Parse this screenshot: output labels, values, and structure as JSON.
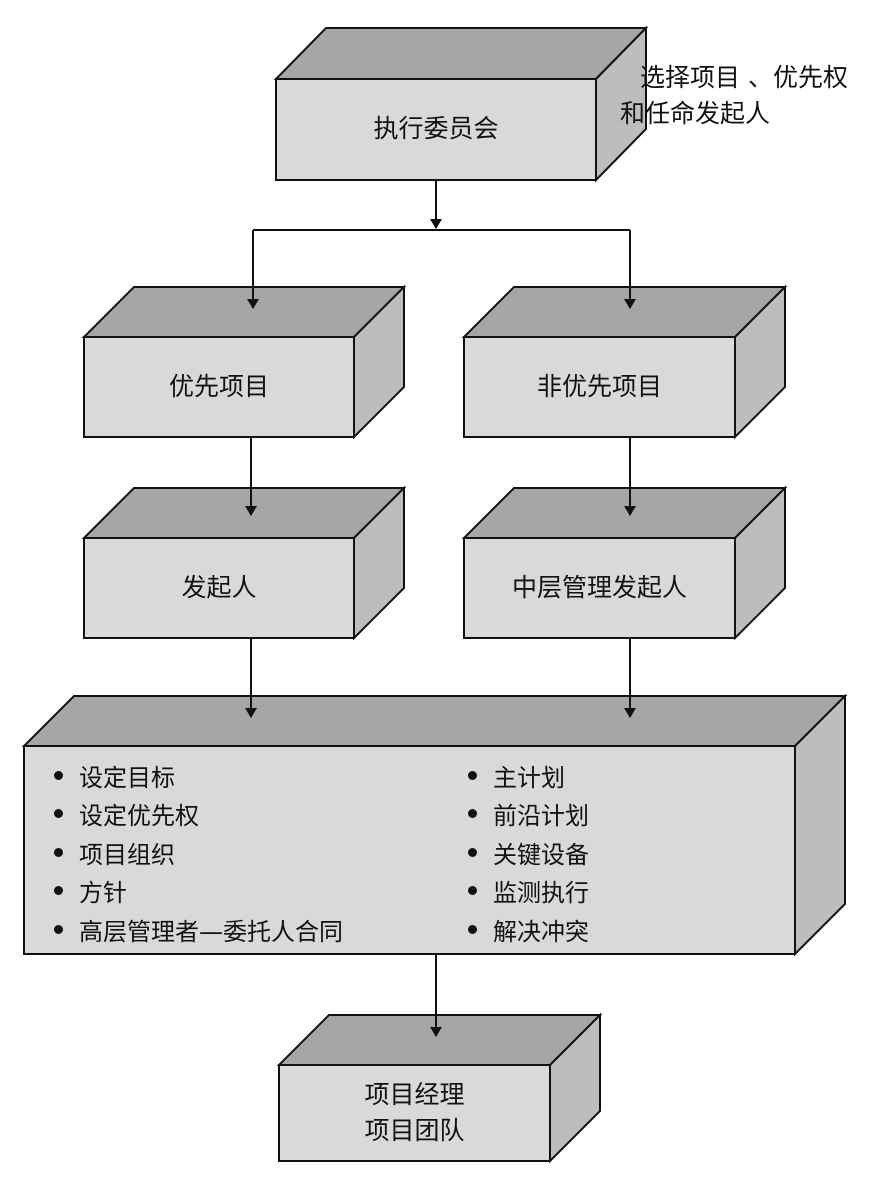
{
  "annotation": {
    "line1": "选择项目 、优先权",
    "line2": "和任命发起人"
  },
  "boxes": {
    "executive_committee": "执行委员会",
    "priority_projects": "优先项目",
    "non_priority_projects": "非优先项目",
    "sponsor": "发起人",
    "middle_management_sponsor": "中层管理发起人",
    "pm_line1": "项目经理",
    "pm_line2": "项目团队"
  },
  "responsibilities": {
    "left": [
      "设定目标",
      "设定优先权",
      "项目组织",
      "方针",
      "高层管理者—委托人合同"
    ],
    "right": [
      "主计划",
      "前沿计划",
      "关键设备",
      "监测执行",
      "解决冲突"
    ]
  },
  "colors": {
    "front": "#d9d9d9",
    "top": "#a6a6a6",
    "side": "#bdbdbd",
    "stroke": "#111111"
  }
}
